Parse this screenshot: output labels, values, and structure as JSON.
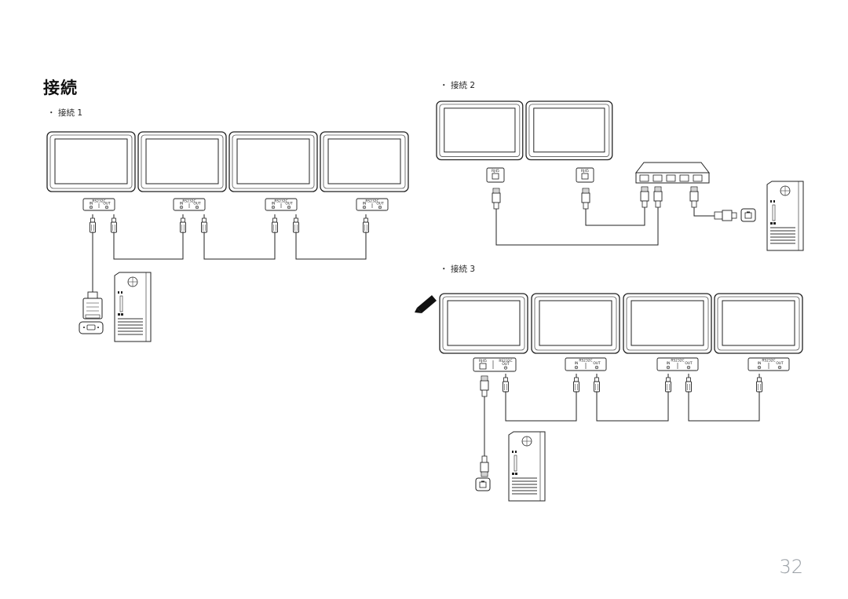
{
  "title": "接続",
  "sections": [
    {
      "bullet": "・",
      "label": "接続 1"
    },
    {
      "bullet": "・",
      "label": "接続 2"
    },
    {
      "bullet": "・",
      "label": "接続 3"
    }
  ],
  "ports": {
    "rs232c": "RS232C",
    "in": "IN",
    "out": "OUT",
    "rj45": "RJ45"
  },
  "page_number": "32"
}
